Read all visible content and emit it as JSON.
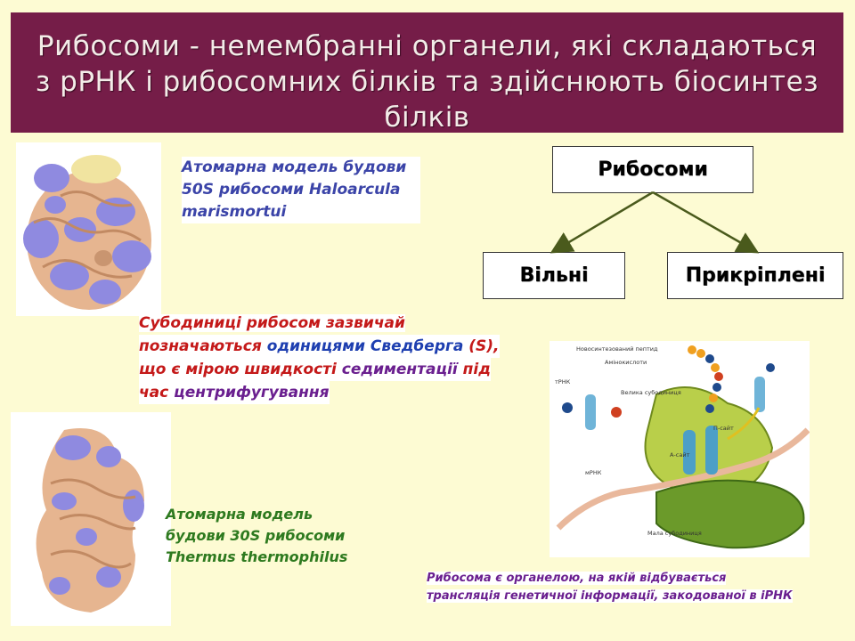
{
  "slide": {
    "title": "Рибосоми - немембранні органели, які складаються з рРНК і рибосомних білків та здійснюють біосинтез білків"
  },
  "diagram": {
    "root": "Рибосоми",
    "left": "Вільні",
    "right": "Прикріплені"
  },
  "caption_50s": {
    "line1": "Атомарна модель будови",
    "line2a": "50S рибосоми ",
    "line2b": "Haloarcula",
    "line3": "marismortui"
  },
  "caption_30s": {
    "line1": "Атомарна модель",
    "line2": "будови 30S рибосоми",
    "line3": "Thermus thermophilus"
  },
  "svedberg_text": {
    "line1": "Субодиниці рибосом зазвичай",
    "line2a": "позначаються ",
    "line2b": "одиницями Сведберга",
    "line2c": " (S),",
    "line3a": "що є ",
    "line3b": "мірою швидкості",
    "line3c": " седиментації",
    "line3d": " під",
    "line4a": "час ",
    "line4b": "центрифугування"
  },
  "translation_figure": {
    "labels": {
      "peptide": "Новосинтезований пептид",
      "amino": "Амінокислоти",
      "trna": "тРНК",
      "large": "Велика субодиниця",
      "psite": "П-сайт",
      "asite": "А-сайт",
      "mrna": "мРНК",
      "small": "Мала субодиниця"
    },
    "caption_line1": "Рибосома є органелою, на якій відбувається",
    "caption_line2": "трансляція генетичної інформації, закодованої в іРНК"
  },
  "colors": {
    "background": "#fdfbd3",
    "title_bar": "#751d48",
    "caption_50s": "#3b44a8",
    "caption_30s": "#2e7a1f",
    "arrow": "#4a5a1c"
  }
}
